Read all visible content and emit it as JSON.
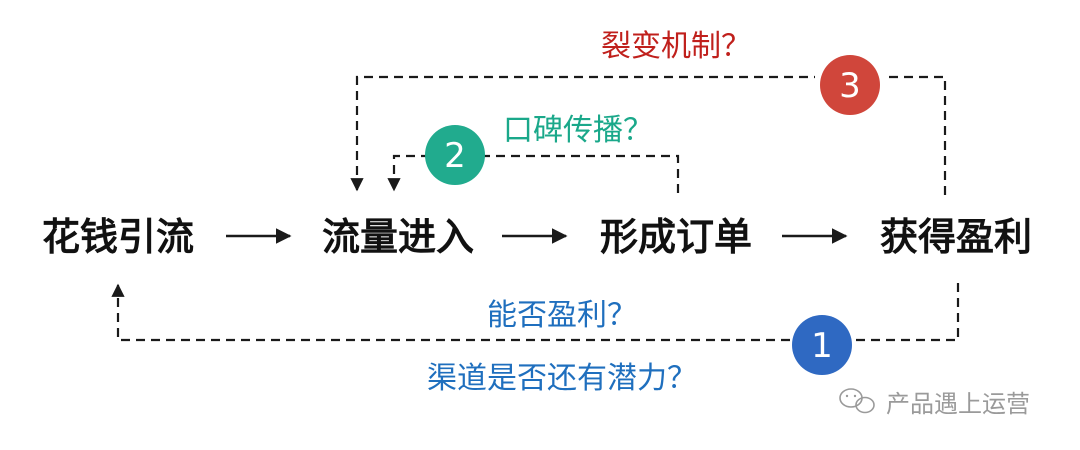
{
  "flow": {
    "nodes": [
      "花钱引流",
      "流量进入",
      "形成订单",
      "获得盈利"
    ]
  },
  "loops": {
    "one": {
      "number": "1",
      "question_a": "能否盈利？",
      "question_b": "渠道是否还有潜力？",
      "color": "#2f69c2",
      "text_color": "#1f6fbe"
    },
    "two": {
      "number": "2",
      "question": "口碑传播？",
      "color": "#21ab8e",
      "text_color": "#1aa88a"
    },
    "three": {
      "number": "3",
      "question": "裂变机制？",
      "color": "#d0463b",
      "text_color": "#c0201c"
    }
  },
  "watermark": {
    "text": "产品遇上运营",
    "icon": "wechat-icon"
  }
}
